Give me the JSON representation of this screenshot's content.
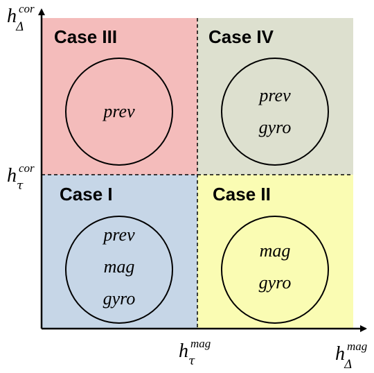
{
  "axes": {
    "y_top": {
      "base": "h",
      "sub": "Δ",
      "sup": "cor"
    },
    "y_mid": {
      "base": "h",
      "sub": "τ",
      "sup": "cor"
    },
    "x_mid": {
      "base": "h",
      "sub": "τ",
      "sup": "mag"
    },
    "x_right": {
      "base": "h",
      "sub": "Δ",
      "sup": "mag"
    }
  },
  "quadrants": {
    "case3": {
      "label": "Case III",
      "color": "#f4bcbb",
      "items": [
        "prev"
      ]
    },
    "case4": {
      "label": "Case IV",
      "color": "#dde0cf",
      "items": [
        "prev",
        "gyro"
      ]
    },
    "case1": {
      "label": "Case I",
      "color": "#c6d6e7",
      "items": [
        "prev",
        "mag",
        "gyro"
      ]
    },
    "case2": {
      "label": "Case II",
      "color": "#fafcb3",
      "items": [
        "mag",
        "gyro"
      ]
    }
  }
}
